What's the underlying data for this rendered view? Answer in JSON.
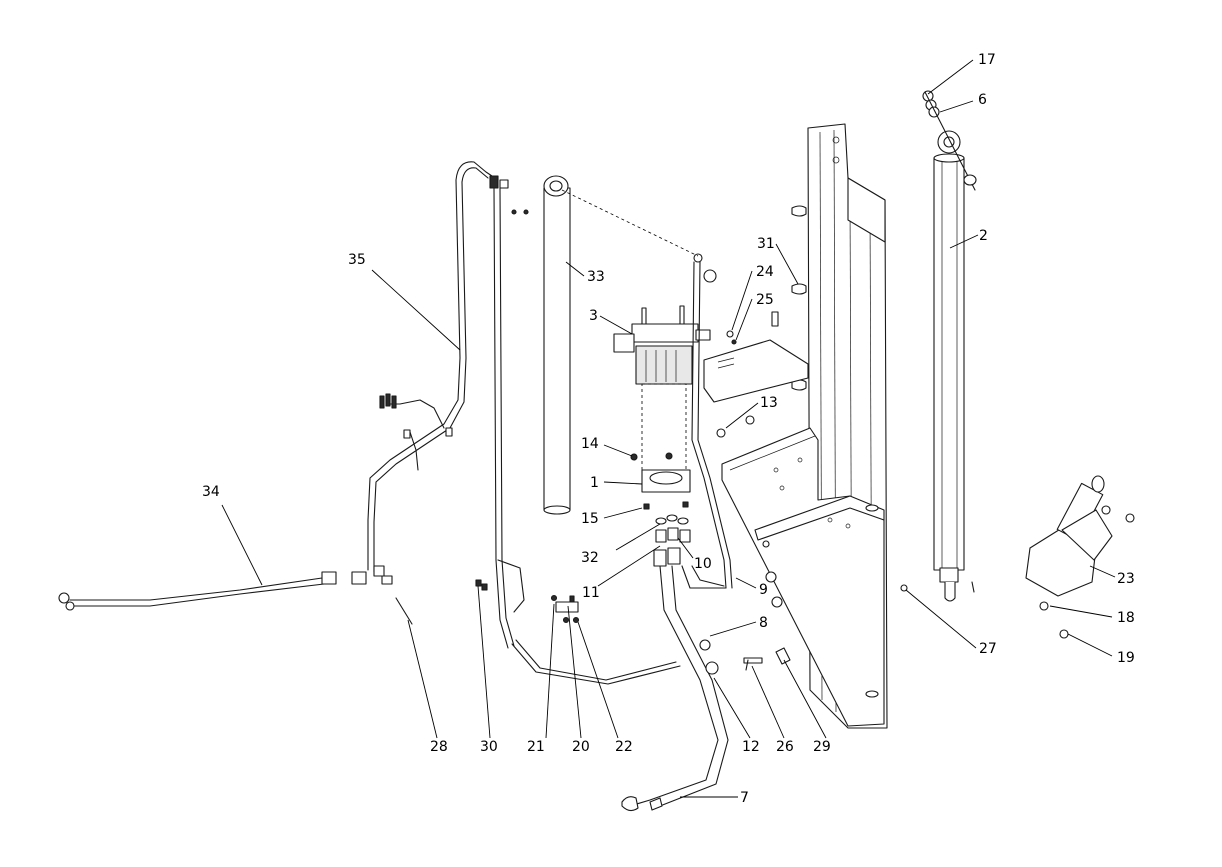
{
  "diagram": {
    "callouts": [
      {
        "id": "c1",
        "label": "1"
      },
      {
        "id": "c2",
        "label": "2"
      },
      {
        "id": "c3",
        "label": "3"
      },
      {
        "id": "c6",
        "label": "6"
      },
      {
        "id": "c7",
        "label": "7"
      },
      {
        "id": "c8",
        "label": "8"
      },
      {
        "id": "c9",
        "label": "9"
      },
      {
        "id": "c10",
        "label": "10"
      },
      {
        "id": "c11",
        "label": "11"
      },
      {
        "id": "c12",
        "label": "12"
      },
      {
        "id": "c13",
        "label": "13"
      },
      {
        "id": "c14",
        "label": "14"
      },
      {
        "id": "c15",
        "label": "15"
      },
      {
        "id": "c17",
        "label": "17"
      },
      {
        "id": "c18",
        "label": "18"
      },
      {
        "id": "c19",
        "label": "19"
      },
      {
        "id": "c20",
        "label": "20"
      },
      {
        "id": "c21",
        "label": "21"
      },
      {
        "id": "c22",
        "label": "22"
      },
      {
        "id": "c23",
        "label": "23"
      },
      {
        "id": "c24",
        "label": "24"
      },
      {
        "id": "c25",
        "label": "25"
      },
      {
        "id": "c26",
        "label": "26"
      },
      {
        "id": "c27",
        "label": "27"
      },
      {
        "id": "c28",
        "label": "28"
      },
      {
        "id": "c29",
        "label": "29"
      },
      {
        "id": "c30",
        "label": "30"
      },
      {
        "id": "c31",
        "label": "31"
      },
      {
        "id": "c32",
        "label": "32"
      },
      {
        "id": "c33",
        "label": "33"
      },
      {
        "id": "c34",
        "label": "34"
      },
      {
        "id": "c35",
        "label": "35"
      }
    ]
  }
}
